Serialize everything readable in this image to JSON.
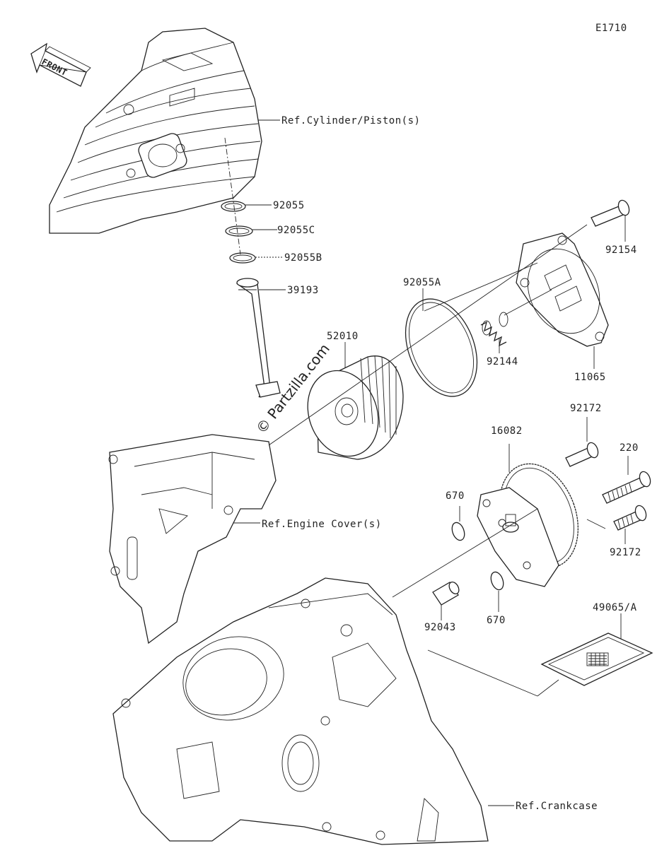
{
  "diagram_code": "E1710",
  "front_label": "FRONT",
  "watermark": "© Partzilla.com",
  "refs": {
    "cylinder": "Ref.Cylinder/Piston(s)",
    "engine_cover": "Ref.Engine Cover(s)",
    "crankcase": "Ref.Crankcase"
  },
  "parts": {
    "p92055": "92055",
    "p92055C": "92055C",
    "p92055B": "92055B",
    "p39193": "39193",
    "p92055A": "92055A",
    "p52010": "52010",
    "p92154": "92154",
    "p92144": "92144",
    "p11065": "11065",
    "p92172_top": "92172",
    "p16082": "16082",
    "p220": "220",
    "p670_top": "670",
    "p92172_bottom": "92172",
    "p92043": "92043",
    "p670_bottom": "670",
    "p49065A": "49065/A"
  }
}
